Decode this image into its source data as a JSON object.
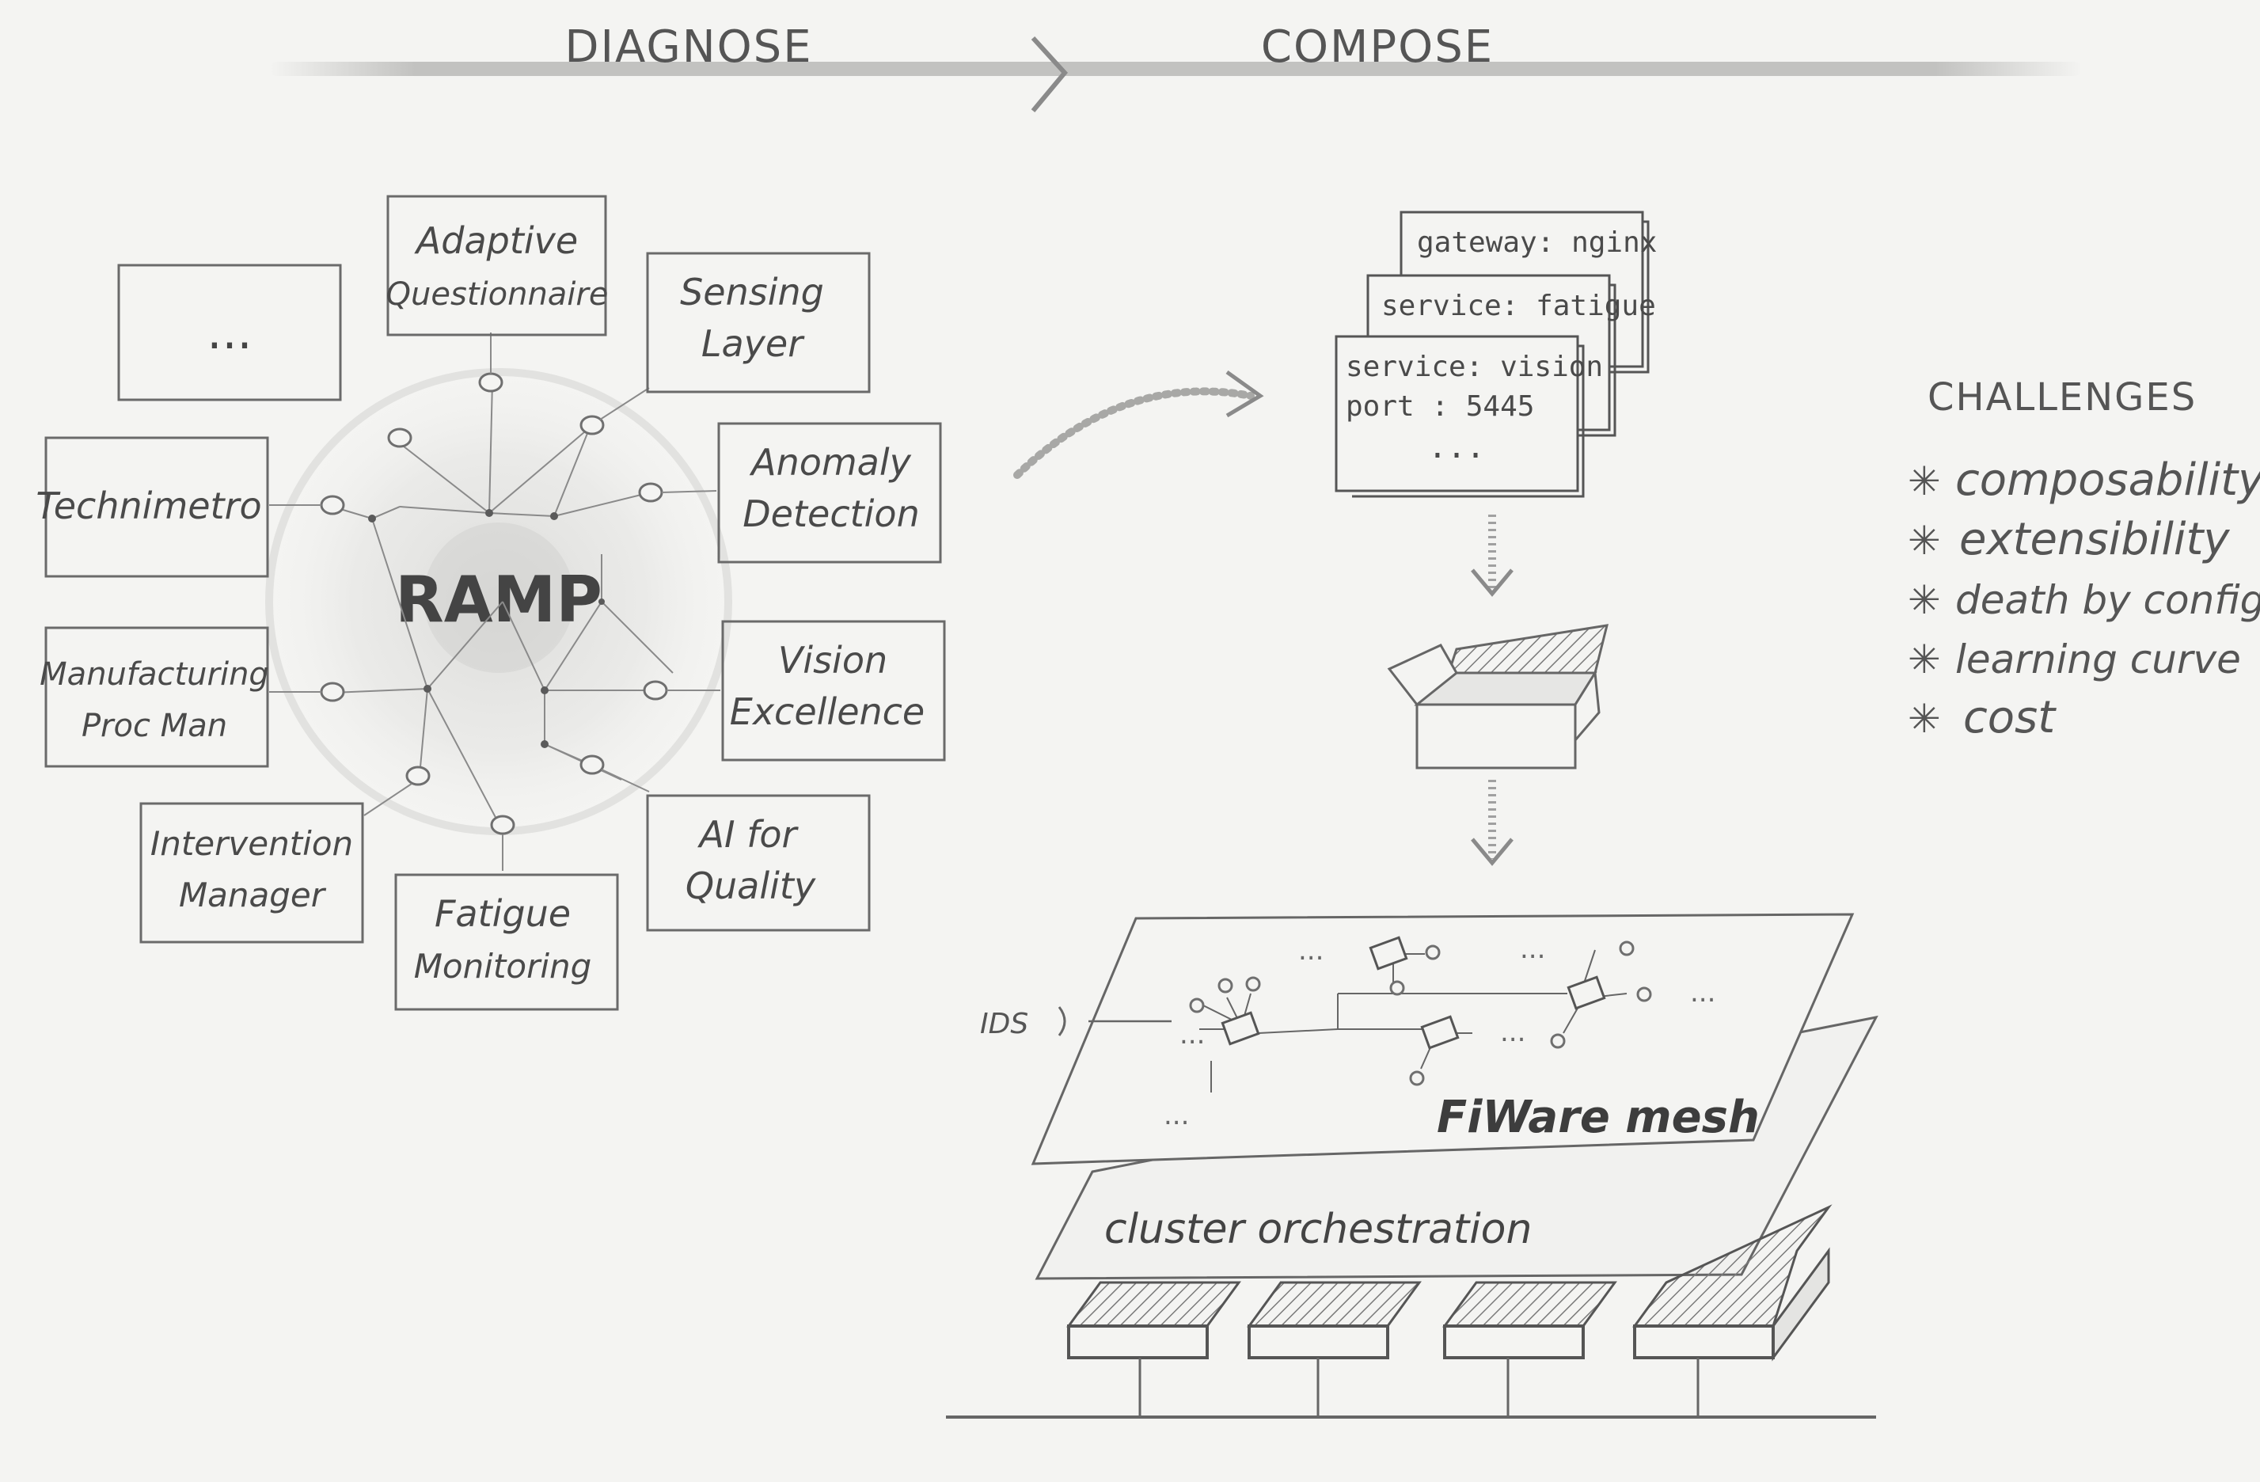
{
  "phases": {
    "left": "DIAGNOSE",
    "right": "COMPOSE"
  },
  "hub": {
    "label": "RAMP"
  },
  "modules": {
    "more": "...",
    "adaptive": [
      "Adaptive",
      "Questionnaire"
    ],
    "sensing": [
      "Sensing",
      "Layer"
    ],
    "technimetro": [
      "Technimetro"
    ],
    "anomaly": [
      "Anomaly",
      "Detection"
    ],
    "manufacturing": [
      "Manufacturing",
      "Proc Man"
    ],
    "vision": [
      "Vision",
      "Excellence"
    ],
    "intervention": [
      "Intervention",
      "Manager"
    ],
    "ai_quality": [
      "AI for",
      "Quality"
    ],
    "fatigue": [
      "Fatigue",
      "Monitoring"
    ]
  },
  "config_cards": {
    "gateway": "gateway: nginx",
    "fatigue": "service: fatigue",
    "vision_service": "service: vision",
    "vision_port": "port   : 5445",
    "vision_more": "..."
  },
  "stack": {
    "ids": "IDS",
    "mesh": "FiWare mesh",
    "orchestration": "cluster orchestration",
    "mesh_ellipsis": "..."
  },
  "challenges": {
    "title": "CHALLENGES",
    "items": [
      "composability",
      "extensibility",
      "death by config",
      "learning curve",
      "cost"
    ]
  }
}
